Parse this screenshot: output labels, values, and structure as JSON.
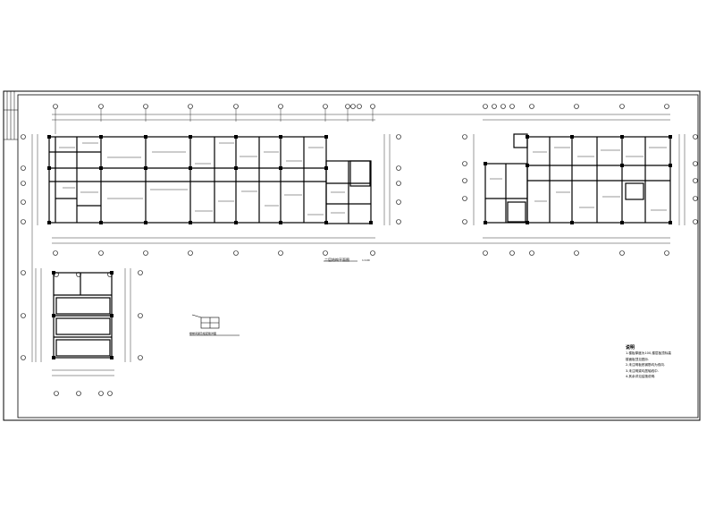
{
  "drawing": {
    "main_plan_title": "二层结构平面图",
    "main_plan_scale": "1:100",
    "detail_title": "楼梯间梁及板配筋详图",
    "notes_heading": "说明",
    "notes": [
      "1.楼板厚度为100,楼层板顶标高",
      "  楼面板顶见图示.",
      "2.未注明板底钢筋均为双向.",
      "3.未注明梁均居轴线中.",
      "4.其余详见结施说明."
    ]
  },
  "colors": {
    "line": "#000000",
    "background": "#ffffff"
  }
}
